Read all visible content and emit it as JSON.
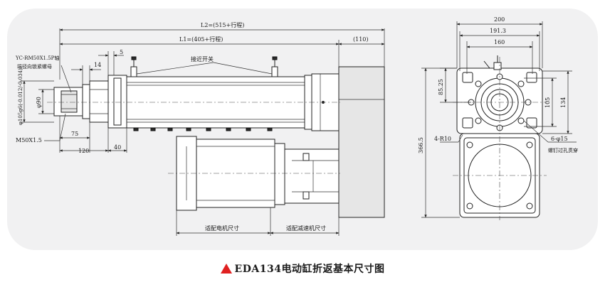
{
  "caption": {
    "text": "EDA134电动缸折返基本尺寸图",
    "marker_color": "#e02020"
  },
  "side_view": {
    "dim_l2": "L2=(515+行程)",
    "dim_l1": "L1=(405+行程)",
    "dim_110": "(110)",
    "dim_5": "5",
    "dim_14": "14",
    "dim_75": "75",
    "dim_120": "120",
    "dim_40": "40",
    "dim_phi90": "φ90",
    "dim_phi105": "φ105g6(-0.012/-0.034)",
    "thread": "M50X1.5",
    "nut_note_1": "YC-RM50X1.5P轴",
    "nut_note_2": "端径向锁紧螺母",
    "proximity_switch": "接近开关",
    "motor_label": "适配电机尺寸",
    "reducer_label": "适配减速机尺寸"
  },
  "end_view": {
    "dim_200": "200",
    "dim_191_3": "191.3",
    "dim_160": "160",
    "dim_85_25": "85.25",
    "dim_105": "105",
    "dim_134": "134",
    "dim_366_5": "366.5",
    "radius": "4-R10",
    "holes": "6-φ15",
    "holes_note": "螺钉过孔贯穿"
  }
}
